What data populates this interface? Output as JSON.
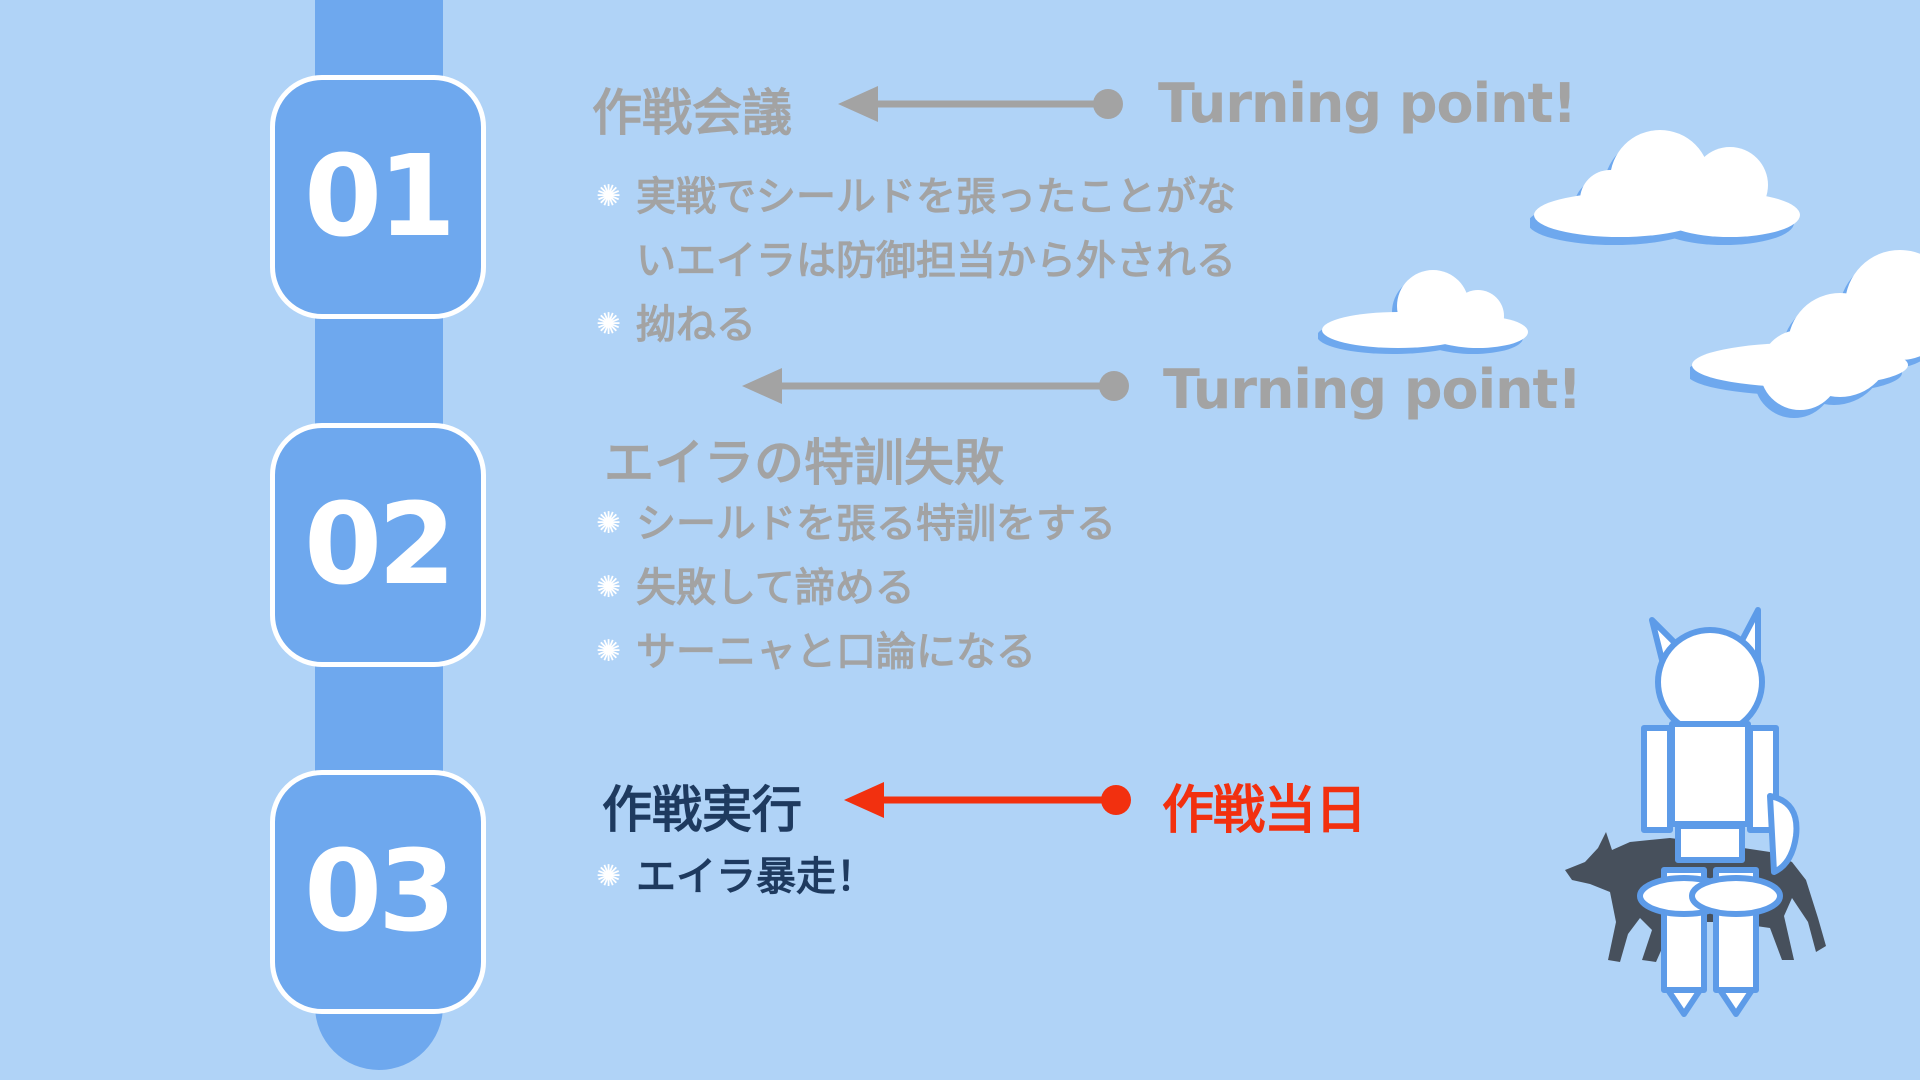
{
  "steps": [
    {
      "number": "01",
      "title": "作戦会議",
      "bullets": [
        "実戦でシールドを張ったことがな",
        "いエイラは防御担当から外される",
        "拗ねる"
      ]
    },
    {
      "number": "02",
      "title": "エイラの特訓失敗",
      "bullets": [
        "シールドを張る特訓をする",
        "失敗して諦める",
        "サーニャと口論になる"
      ]
    },
    {
      "number": "03",
      "title": "作戦実行",
      "bullets": [
        "エイラ暴走！"
      ]
    }
  ],
  "tags": {
    "turning_point_1": "Turning point!",
    "turning_point_2": "Turning point!",
    "operation_day": "作戦当日"
  },
  "bullet_icon": "sparkle-icon",
  "colors": {
    "background": "#b0d3f7",
    "timeline": "#6ea8ee",
    "muted_text": "#a3a3a3",
    "active_text": "#1e3a5f",
    "accent": "#f2300f"
  }
}
